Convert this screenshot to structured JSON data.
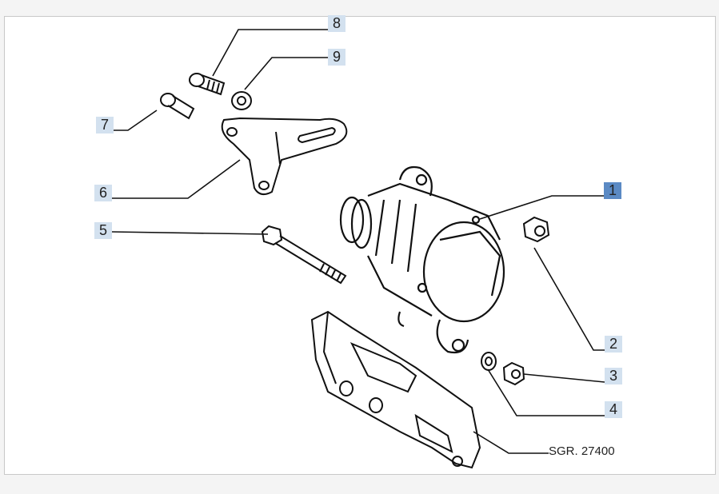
{
  "diagram": {
    "reference_code": "SGR. 27400",
    "selected_part": "1",
    "callouts": [
      {
        "id": "1",
        "label": "1"
      },
      {
        "id": "2",
        "label": "2"
      },
      {
        "id": "3",
        "label": "3"
      },
      {
        "id": "4",
        "label": "4"
      },
      {
        "id": "5",
        "label": "5"
      },
      {
        "id": "6",
        "label": "6"
      },
      {
        "id": "7",
        "label": "7"
      },
      {
        "id": "8",
        "label": "8"
      },
      {
        "id": "9",
        "label": "9"
      }
    ],
    "colors": {
      "callout_bg": "#d3e1ef",
      "callout_selected_bg": "#5b8ac4"
    }
  }
}
